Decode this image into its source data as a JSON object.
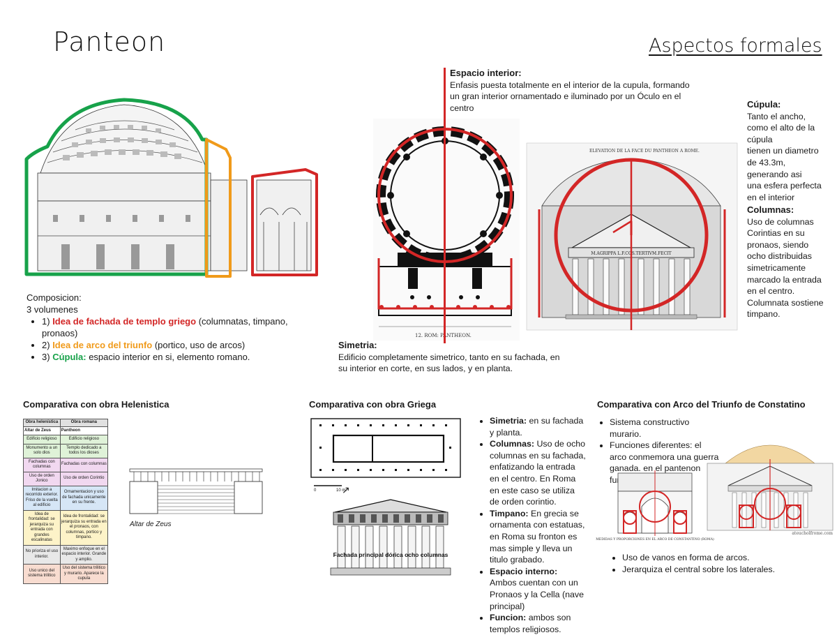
{
  "header": {
    "title": "Panteon",
    "subtitle": "Aspectos formales"
  },
  "composition": {
    "label": "Composicion:",
    "count": "3 volumenes",
    "items": [
      {
        "num": "1)",
        "highlight": "Idea de fachada de templo griego",
        "rest": " (columnatas, timpano, pronaos)"
      },
      {
        "num": "2)",
        "highlight": "Idea de arco del triunfo",
        "rest": " (portico, uso de arcos)"
      },
      {
        "num": "3)",
        "highlight": "Cúpula:",
        "rest": " espacio interior en si, elemento romano."
      }
    ]
  },
  "interior": {
    "heading": "Espacio interior:",
    "text": "Enfasis puesta totalmente en el interior de la cupula, formando un gran interior ornamentado e iluminado por un Óculo en el centro"
  },
  "symmetry": {
    "heading": "Simetria:",
    "text": "Edificio completamente simetrico, tanto en su fachada, en su interior en corte, en sus lados, y en planta."
  },
  "dome": {
    "heading": "Cúpula:",
    "lines": [
      "Tanto el ancho,",
      "como el alto de la",
      "cúpula",
      "tienen un diametro",
      "de 43.3m,",
      "generando asi",
      "una esfera perfecta",
      "en el interior"
    ]
  },
  "columns": {
    "heading": "Columnas:",
    "lines": [
      "Uso de columnas",
      "Corintias en su",
      "pronaos, siendo",
      "ocho distribuidas",
      "simetricamente",
      "marcado la entrada",
      "en el centro.",
      "Columnata sostiene",
      "timpano."
    ]
  },
  "drawings": {
    "plan_caption": "12. ROM: PANTHEON.",
    "elevation_caption": "ELEVATION DE LA FACE DU PANTHEON A ROME.",
    "frieze": "M.AGRIPPA L.F.COS.TERTIVM.FECIT",
    "greek_caption": "Fachada principal dórica ocho columnas",
    "scale_left": "0",
    "scale_right": "10 m.",
    "site_credit": "ateucholfrome.com",
    "arch_caption": "MEDIDAS Y PROPORCIONES EN EL ARCO DE CONSTANTINO (ROMA)"
  },
  "helenistic": {
    "title": "Comparativa con obra Helenistica",
    "caption": "Altar de Zeus",
    "table": {
      "headers": [
        "Obra helenística",
        "Obra romana"
      ],
      "rows": [
        {
          "a": "Altar de Zeus",
          "b": "Pantheon",
          "color": "#ffffff"
        },
        {
          "a": "Edificio religioso",
          "b": "Edificio religioso",
          "color": "#dff2d8"
        },
        {
          "a": "Monumento a un solo dios",
          "b": "Templo dedicado a todos los dioses",
          "color": "#dff2d8"
        },
        {
          "a": "Fachadas con columnas",
          "b": "Fachadas con columnas",
          "color": "#f1d8f0"
        },
        {
          "a": "Uso de orden Jonico",
          "b": "Uso de orden Corintio",
          "color": "#f1d8f0"
        },
        {
          "a": "Imitacion a recorrido exterior. Friso de la vuelta al edificio",
          "b": "Ornamentacion y uso de fachada unicamente en su frente.",
          "color": "#d6e6f6"
        },
        {
          "a": "Idea de frontalidad: se jerarquiza su entrada con grandes escalinatas",
          "b": "Idea de frontalidad: se jerarquiza su entrada en el pronaos, con columnas, portico y timpano.",
          "color": "#fdf3c8"
        },
        {
          "a": "No prioriza el uso interior.",
          "b": "Maximo enfoque en el espacio interior. Grande y amplio.",
          "color": "#e8e8e8"
        },
        {
          "a": "Uso unico del sistema trilitico",
          "b": "Uso del sistema trilitico y murario. Aparece la cupula",
          "color": "#f8dcd0"
        }
      ]
    }
  },
  "greek": {
    "title": "Comparativa con obra Griega",
    "items": [
      {
        "k": "Simetria:",
        "v": " en su fachada y planta."
      },
      {
        "k": "Columnas:",
        "v": " Uso de ocho columnas en su fachada, enfatizando la entrada en el centro. En Roma en este caso se utiliza de orden corintio."
      },
      {
        "k": "Timpano:",
        "v": " En grecia se ornamenta con estatuas, en Roma su fronton es mas simple y lleva un titulo grabado."
      },
      {
        "k": "Espacio interno:",
        "v": " Ambos cuentan con un Pronaos y la Cella (nave principal)"
      },
      {
        "k": "Funcion:",
        "v": " ambos son templos religiosos."
      }
    ]
  },
  "arch": {
    "title": "Comparativa con Arco del Triunfo de Constatino",
    "items_top": [
      "Sistema constructivo murario.",
      "Funciones diferentes: el arco conmemora una guerra ganada. en el pantenon funciona de entrada."
    ],
    "items_bottom": [
      "Uso de vanos en forma de arcos.",
      "Jerarquiza el central sobre los laterales."
    ]
  },
  "colors": {
    "red": "#d32626",
    "orange": "#f09a1a",
    "green": "#17a24a",
    "ink": "#1a1a1a"
  }
}
